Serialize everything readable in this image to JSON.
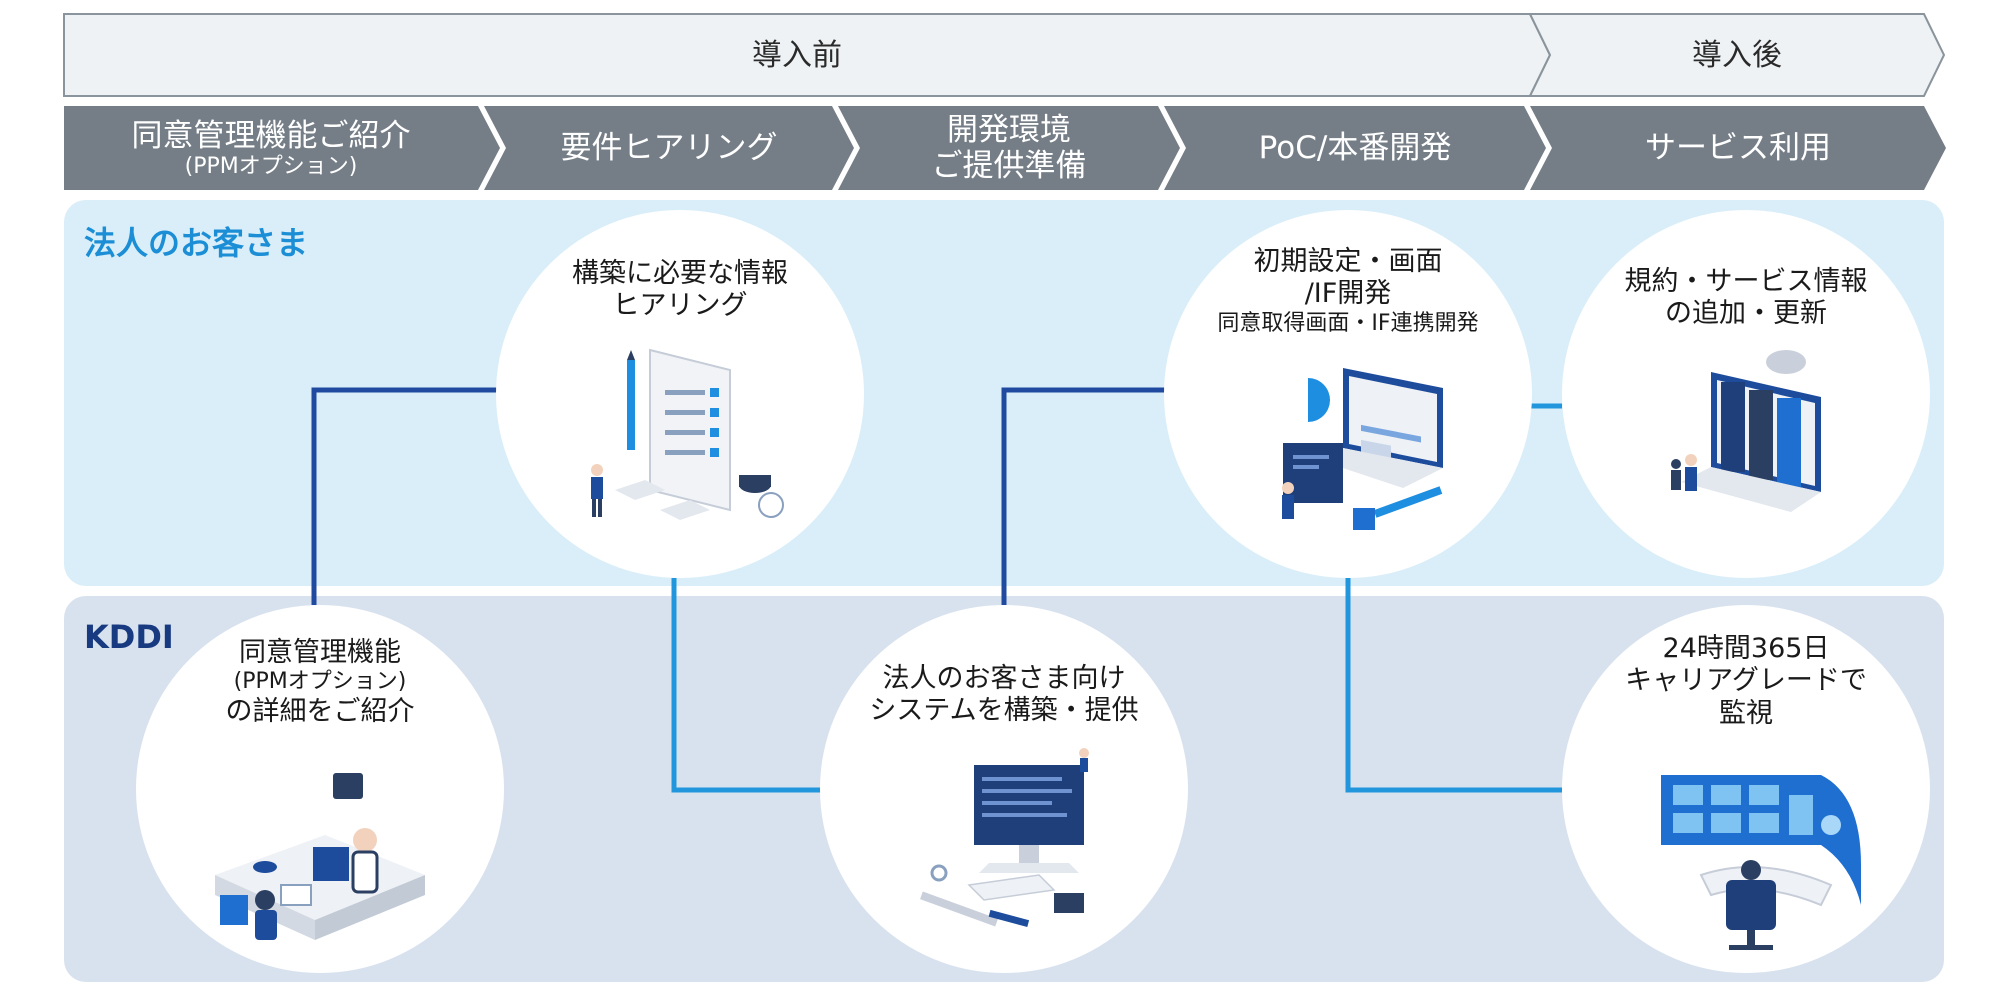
{
  "phases": {
    "before": "導入前",
    "after": "導入後"
  },
  "steps": [
    {
      "label": "同意管理機能ご紹介",
      "sub": "(PPMオプション)"
    },
    {
      "label": "要件ヒアリング"
    },
    {
      "label_line1": "開発環境",
      "label_line2": "ご提供準備"
    },
    {
      "label": "PoC/本番開発"
    },
    {
      "label": "サービス利用"
    }
  ],
  "lanes": {
    "customer": "法人のお客さま",
    "kddi": "KDDI"
  },
  "circles": {
    "intro": {
      "line1": "同意管理機能",
      "line2": "(PPMオプション)",
      "line3": "の詳細をご紹介"
    },
    "hearing": {
      "line1": "構築に必要な情報",
      "line2": "ヒアリング"
    },
    "build": {
      "line1": "法人のお客さま向け",
      "line2": "システムを構築・提供"
    },
    "setup": {
      "line1": "初期設定・画面",
      "line2": "/IF開発",
      "line3": "同意取得画面・IF連携開発"
    },
    "terms": {
      "line1": "規約・サービス情報",
      "line2": "の追加・更新"
    },
    "monitor": {
      "line1": "24時間365日",
      "line2": "キャリアグレードで",
      "line3": "監視"
    }
  },
  "colors": {
    "phase_fill": "#eef2f4",
    "phase_stroke": "#8a949c",
    "step_fill": "#757e87",
    "customer_lane": "#d9eef9",
    "kddi_lane": "#d8e2ee",
    "connector_dark": "#1f4aa0",
    "connector_light": "#2196dc",
    "customer_label": "#1b8ed6",
    "kddi_label": "#173a80"
  }
}
